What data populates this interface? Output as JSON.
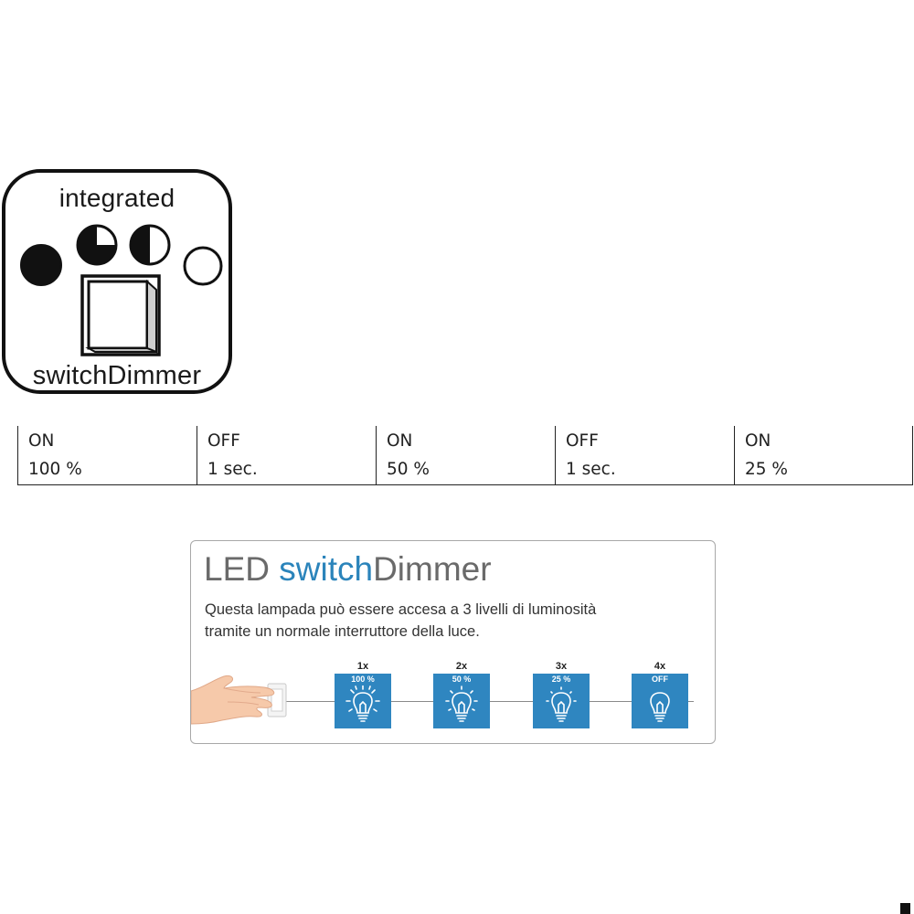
{
  "badge": {
    "top_label": "integrated",
    "bottom_label": "switchDimmer",
    "indicator_icons": [
      "full-circle-icon",
      "three-quarter-circle-icon",
      "half-circle-icon",
      "empty-circle-icon"
    ],
    "switch_icon": "rocker-switch-icon"
  },
  "sequence": [
    {
      "state": "ON",
      "value": "100 %"
    },
    {
      "state": "OFF",
      "value": "1 sec."
    },
    {
      "state": "ON",
      "value": "50 %"
    },
    {
      "state": "OFF",
      "value": "1 sec."
    },
    {
      "state": "ON",
      "value": "25 %"
    }
  ],
  "panel": {
    "title_prefix": "LED ",
    "title_accent": "switch",
    "title_suffix": "Dimmer",
    "description_line1": "Questa lampada può essere accesa a 3 livelli di luminosità",
    "description_line2": "tramite un normale interruttore della luce.",
    "accent_color": "#2f86c0",
    "steps": [
      {
        "count": "1x",
        "level": "100 %",
        "icon": "bright-bulb-icon"
      },
      {
        "count": "2x",
        "level": "50 %",
        "icon": "medium-bulb-icon"
      },
      {
        "count": "3x",
        "level": "25 %",
        "icon": "dim-bulb-icon"
      },
      {
        "count": "4x",
        "level": "OFF",
        "icon": "off-bulb-icon"
      }
    ]
  }
}
